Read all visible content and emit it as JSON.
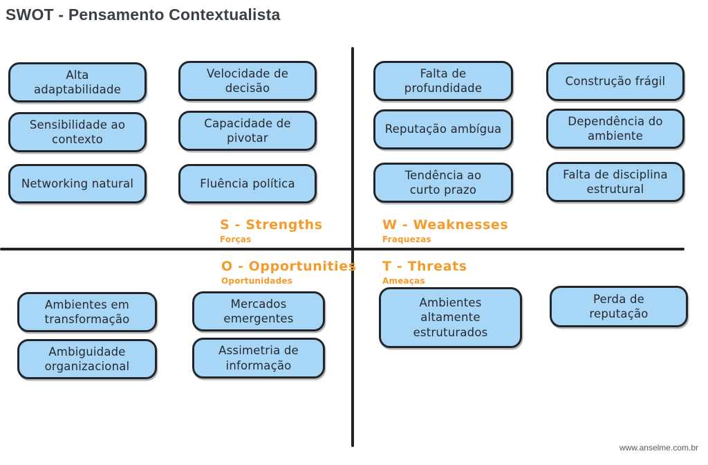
{
  "title": "SWOT - Pensamento Contextualista",
  "footer": {
    "url": "www.anselme.com.br"
  },
  "colors": {
    "box_fill": "#a8d6f6",
    "box_border": "#22262b",
    "accent_orange": "#f59b2c",
    "axis_black": "#1f2226",
    "title_gray": "#3b4046"
  },
  "quadrants": {
    "strengths": {
      "letter_label": "S - Strengths",
      "translation": "Forças",
      "boxes": [
        "Alta\nadaptabilidade",
        "Velocidade de\ndecisão",
        "Sensibilidade ao\ncontexto",
        "Capacidade de\npivotar",
        "Networking natural",
        "Fluência política"
      ]
    },
    "weaknesses": {
      "letter_label": "W - Weaknesses",
      "translation": "Fraquezas",
      "boxes": [
        "Falta de\nprofundidade",
        "Construção frágil",
        "Reputação ambígua",
        "Dependência do\nambiente",
        "Tendência ao\ncurto prazo",
        "Falta de disciplina\nestrutural"
      ]
    },
    "opportunities": {
      "letter_label": "O - Opportunities",
      "translation": "Oportunidades",
      "boxes": [
        "Ambientes em\ntransformação",
        "Mercados\nemergentes",
        "Ambiguidade\norganizacional",
        "Assimetria de\ninformação"
      ]
    },
    "threats": {
      "letter_label": "T - Threats",
      "translation": "Ameaças",
      "boxes": [
        "Ambientes\naltamente\nestruturados",
        "Perda de\nreputação"
      ]
    }
  }
}
